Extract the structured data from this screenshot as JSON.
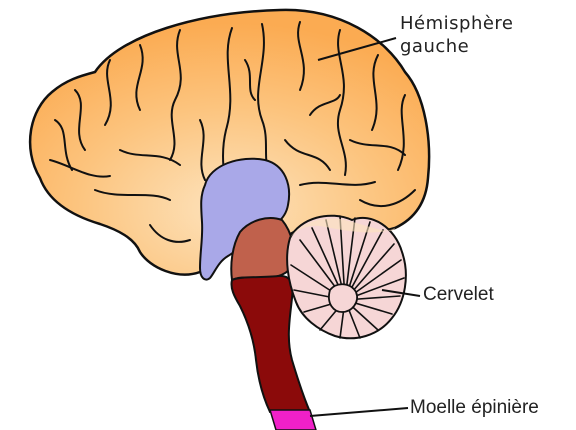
{
  "labels": {
    "hemisphere_line1": "Hémisphère",
    "hemisphere_line2": "gauche",
    "cerebellum": "Cervelet",
    "spinal_cord": "Moelle épinière"
  },
  "colors": {
    "cerebrum": "#fbb15c",
    "cerebrum_highlight": "#fde3bd",
    "diencephalon": "#a9a8e8",
    "midbrain": "#c0614c",
    "brainstem": "#8b0a0a",
    "cerebellum": "#f6d6d6",
    "spinal_cord": "#f020c8",
    "outline": "#111111"
  }
}
